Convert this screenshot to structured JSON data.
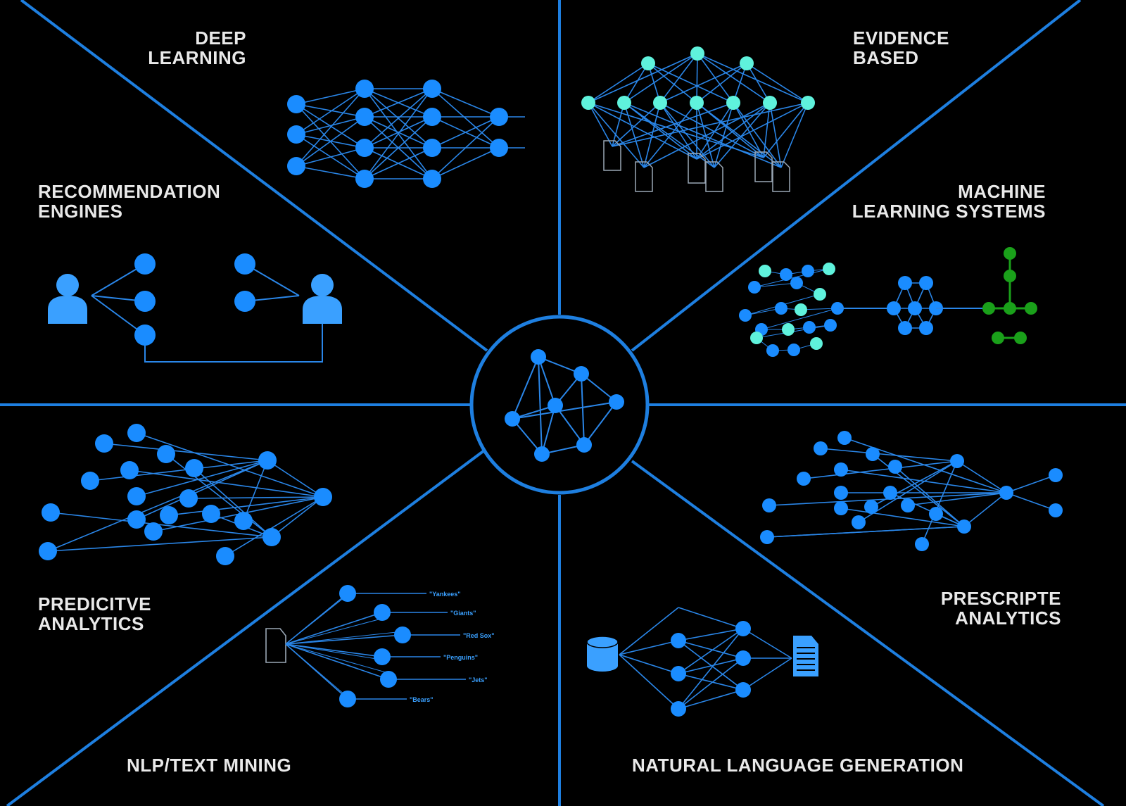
{
  "colors": {
    "background": "#000000",
    "divider": "#1e7fe0",
    "node_blue": "#1a8cff",
    "node_cyan": "#5ff2dc",
    "node_green": "#1aa01a",
    "edge": "#2a86e8",
    "label": "#e9e9e9",
    "icon": "#3aa0ff"
  },
  "sections": {
    "deep_learning": {
      "line1": "DEEP",
      "line2": "LEARNING"
    },
    "evidence_based": {
      "line1": "EVIDENCE",
      "line2": "BASED"
    },
    "recommendation_engines": {
      "line1": "RECOMMENDATION",
      "line2": "ENGINES"
    },
    "machine_learning_systems": {
      "line1": "MACHINE",
      "line2": "LEARNING SYSTEMS"
    },
    "predictive_analytics": {
      "line1": "PREDICITVE",
      "line2": "ANALYTICS"
    },
    "prescriptive_analytics": {
      "line1": "PRESCRIPTE",
      "line2": "ANALYTICS"
    },
    "nlp_text_mining": {
      "line1": "NLP/TEXT MINING"
    },
    "natural_language_generation": {
      "line1": "NATURAL LANGUAGE GENERATION"
    }
  },
  "nlp_terms": [
    "\"Yankees\"",
    "\"Giants\"",
    "\"Red Sox\"",
    "\"Penguins\"",
    "\"Jets\"",
    "\"Bears\""
  ],
  "icons": [
    "user-icon",
    "document-icon",
    "database-icon",
    "text-file-icon"
  ]
}
